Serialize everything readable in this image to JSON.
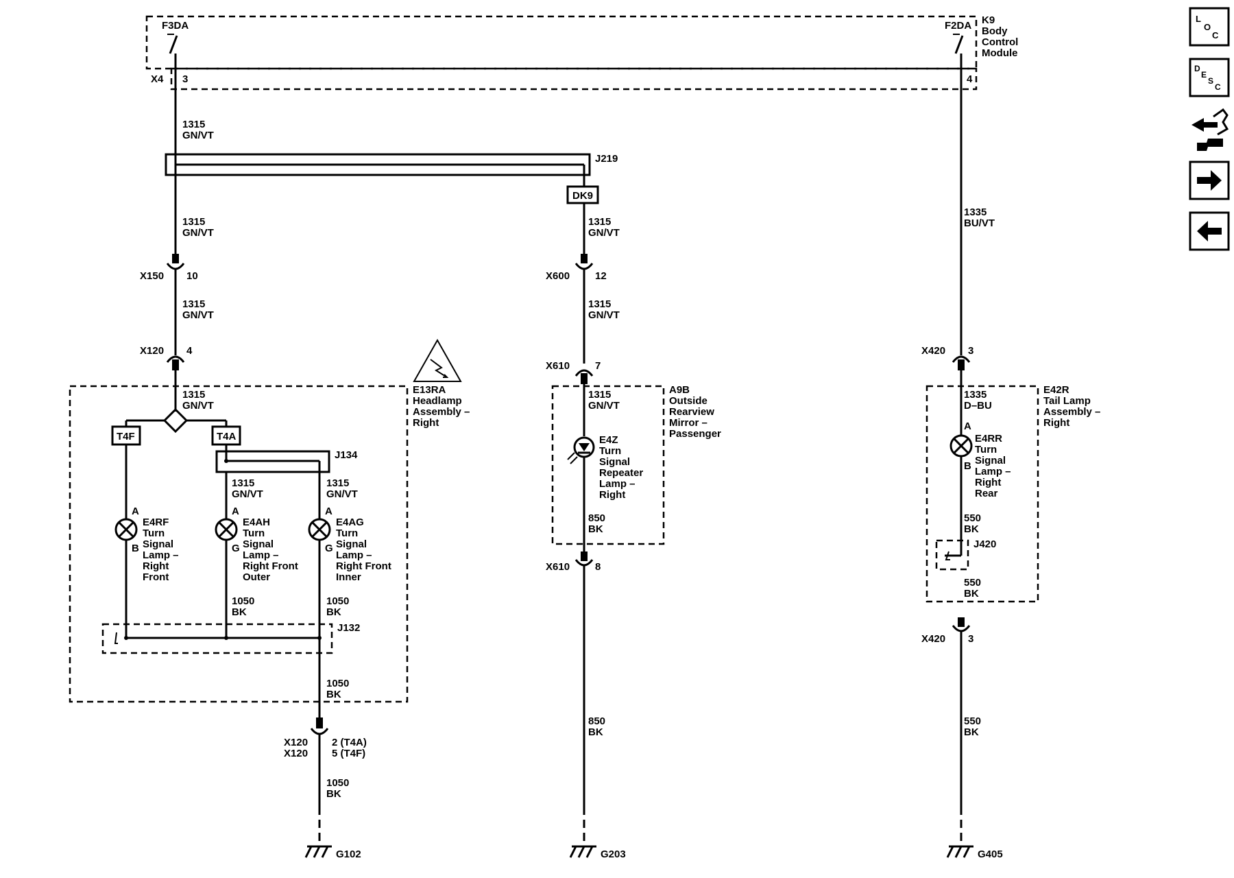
{
  "module": {
    "code": "K9",
    "name_lines": [
      "Body",
      "Control",
      "Module"
    ]
  },
  "fuses": {
    "left": "F3DA",
    "right": "F2DA"
  },
  "connectors": {
    "x4": "X4",
    "x4_left_pin": "3",
    "x4_right_pin": "4",
    "x150": "X150",
    "x150_pin": "10",
    "x120_top": "X120",
    "x120_top_pin": "4",
    "x600": "X600",
    "x600_pin": "12",
    "x610_top": "X610",
    "x610_top_pin": "7",
    "x610_bot": "X610",
    "x610_bot_pin": "8",
    "x420_top": "X420",
    "x420_top_pin": "3",
    "x420_bot": "X420",
    "x420_bot_pin": "3",
    "x120_bot_a": "X120",
    "x120_bot_b": "X120",
    "x120_bot_pin_a": "2 (T4A)",
    "x120_bot_pin_b": "5 (T4F)"
  },
  "splices": {
    "j219": "J219",
    "j134": "J134",
    "j132": "J132",
    "j420": "J420"
  },
  "tags": {
    "dk9": "DK9",
    "t4f": "T4F",
    "t4a": "T4A"
  },
  "wires": {
    "w1315": "1315",
    "gnvt": "GN/VT",
    "w1335": "1335",
    "buvt": "BU/VT",
    "dbu": "D–BU",
    "w850": "850",
    "w1050": "1050",
    "w550": "550",
    "bk": "BK"
  },
  "assemblies": {
    "e13ra": {
      "code": "E13RA",
      "lines": [
        "Headlamp",
        "Assembly –",
        "Right"
      ]
    },
    "a9b": {
      "code": "A9B",
      "lines": [
        "Outside",
        "Rearview",
        "Mirror –",
        "Passenger"
      ]
    },
    "e42r": {
      "code": "E42R",
      "lines": [
        "Tail Lamp",
        "Assembly –",
        "Right"
      ]
    }
  },
  "lamps": {
    "e4rf": {
      "code": "E4RF",
      "lines": [
        "Turn",
        "Signal",
        "Lamp –",
        "Right",
        "Front"
      ],
      "pin_top": "A",
      "pin_bot": "B"
    },
    "e4ah": {
      "code": "E4AH",
      "lines": [
        "Turn",
        "Signal",
        "Lamp –",
        "Right Front",
        "Outer"
      ],
      "pin_top": "A",
      "pin_bot": "G"
    },
    "e4ag": {
      "code": "E4AG",
      "lines": [
        "Turn",
        "Signal",
        "Lamp –",
        "Right Front",
        "Inner"
      ],
      "pin_top": "A",
      "pin_bot": "G"
    },
    "e4z": {
      "code": "E4Z",
      "lines": [
        "Turn",
        "Signal",
        "Repeater",
        "Lamp –",
        "Right"
      ]
    },
    "e4rr": {
      "code": "E4RR",
      "lines": [
        "Turn",
        "Signal",
        "Lamp –",
        "Right",
        "Rear"
      ],
      "pin_top": "A",
      "pin_bot": "B"
    }
  },
  "grounds": {
    "g102": "G102",
    "g203": "G203",
    "g405": "G405"
  },
  "nav": {
    "loc": {
      "l": "L",
      "o": "O",
      "c": "C"
    },
    "desc": {
      "d": "D",
      "e": "E",
      "s": "S",
      "c": "C"
    },
    "icons": [
      "loc-icon",
      "desc-icon",
      "connector-icon",
      "next-arrow-icon",
      "previous-arrow-icon"
    ]
  }
}
